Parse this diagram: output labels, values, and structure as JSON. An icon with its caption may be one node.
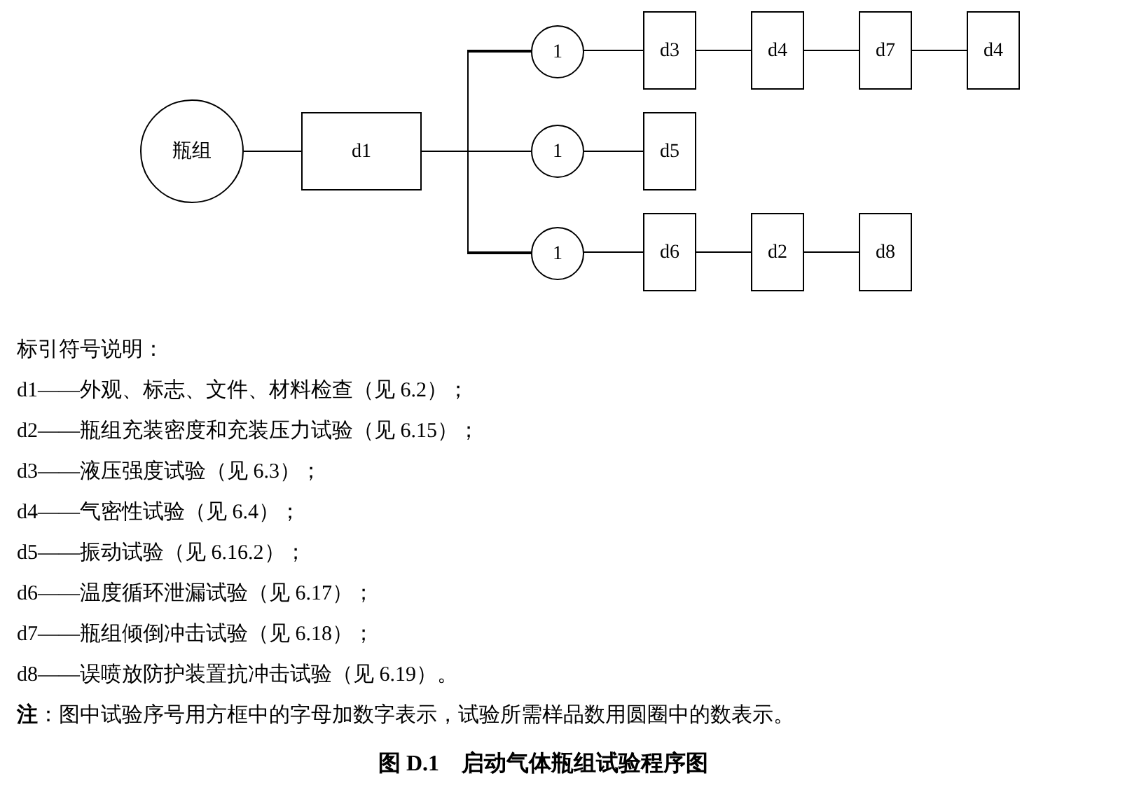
{
  "diagram": {
    "caption": "图 D.1　启动气体瓶组试验程序图",
    "nodes": [
      {
        "text": [
          "瓶组"
        ]
      },
      {
        "text": [
          "d1"
        ]
      },
      {
        "text": [
          "1"
        ]
      },
      {
        "text": [
          "d3"
        ]
      },
      {
        "text": [
          "d4"
        ]
      },
      {
        "text": [
          "d7"
        ]
      },
      {
        "text": [
          "d4"
        ]
      },
      {
        "text": [
          "1"
        ]
      },
      {
        "text": [
          "d5"
        ]
      },
      {
        "text": [
          "1"
        ]
      },
      {
        "text": [
          "d6"
        ]
      },
      {
        "text": [
          "d2"
        ]
      },
      {
        "text": [
          "d8"
        ]
      }
    ],
    "edges": [
      {
        "from": 0,
        "to": 1,
        "arrow": "none"
      },
      {
        "from": 1,
        "to": 2,
        "arrow": "none"
      },
      {
        "from": 1,
        "to": 7,
        "arrow": "none"
      },
      {
        "from": 1,
        "to": 9,
        "arrow": "none"
      },
      {
        "from": 2,
        "to": 3,
        "arrow": "none"
      },
      {
        "from": 3,
        "to": 4,
        "arrow": "none"
      },
      {
        "from": 4,
        "to": 5,
        "arrow": "none"
      },
      {
        "from": 5,
        "to": 6,
        "arrow": "none"
      },
      {
        "from": 7,
        "to": 8,
        "arrow": "none"
      },
      {
        "from": 9,
        "to": 10,
        "arrow": "none"
      },
      {
        "from": 10,
        "to": 11,
        "arrow": "none"
      },
      {
        "from": 11,
        "to": 12,
        "arrow": "none"
      }
    ],
    "labels": [
      "标引符号说明：",
      "d1——外观、标志、文件、材料检查（见 6.2）；",
      "d2——瓶组充装密度和充装压力试验（见 6.15）；",
      "d3——液压强度试验（见 6.3）；",
      "d4——气密性试验（见 6.4）；",
      "d5——振动试验（见 6.16.2）；",
      "d6——温度循环泄漏试验（见 6.17）；",
      "d7——瓶组倾倒冲击试验（见 6.18）；",
      "d8——误喷放防护装置抗冲击试验（见 6.19）。",
      "**注**：图中试验序号用方框中的字母加数字表示，试验所需样品数用圆圈中的数表示。"
    ]
  }
}
